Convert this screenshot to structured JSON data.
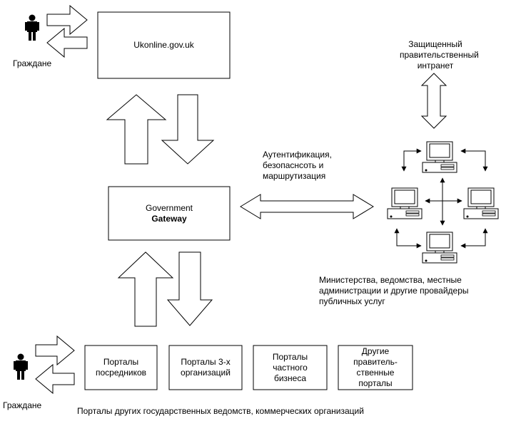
{
  "citizens_top_label": "Граждане",
  "citizens_bottom_label": "Граждане",
  "ukonline_label": "Ukonline.gov.uk",
  "gateway": {
    "line1": "Government",
    "line2": "Gateway"
  },
  "auth_label": [
    "Аутентификация,",
    "безопаснсоть и",
    "маршрутизация"
  ],
  "intranet_label": [
    "Защищенный",
    "правительственный",
    "интранет"
  ],
  "ministries_label": [
    "Министерства, ведомства, местные",
    "администрации и другие провайдеры",
    "публичных услуг"
  ],
  "portals": [
    {
      "lines": [
        "Порталы",
        "посредников"
      ]
    },
    {
      "lines": [
        "Порталы 3-х",
        "организаций"
      ]
    },
    {
      "lines": [
        "Порталы",
        "частного",
        "бизнеса"
      ]
    },
    {
      "lines": [
        "Другие",
        "правитель-",
        "ственные",
        "порталы"
      ]
    }
  ],
  "bottom_caption": "Порталы других государственных ведомств, коммерческих организаций",
  "icons": [
    "person-icon",
    "computer-icon"
  ]
}
